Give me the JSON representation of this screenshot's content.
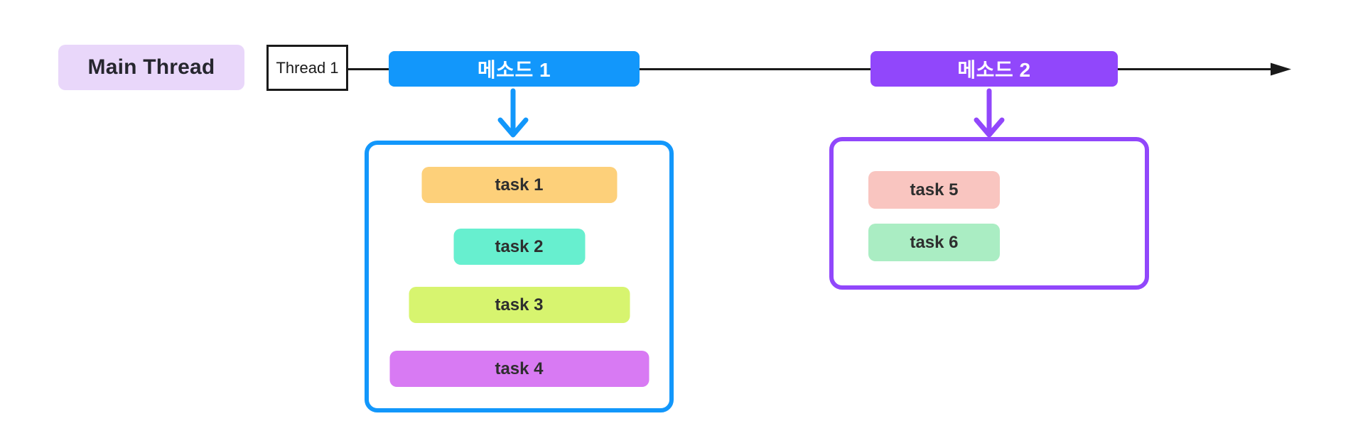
{
  "diagram": {
    "title_semantic": "main-thread-method-task-diagram",
    "main_thread": {
      "label": "Main Thread",
      "bg_color": "#e9d7fa",
      "text_color": "#26262e"
    },
    "thread_box": {
      "label": "Thread 1",
      "border_color": "#1a1a1a"
    },
    "timeline": {
      "color": "#1a1a1a"
    },
    "methods": [
      {
        "label": "메소드 1",
        "color": "#1297fb"
      },
      {
        "label": "메소드 2",
        "color": "#9147fb"
      }
    ],
    "method1_tasks": [
      {
        "label": "task 1",
        "color": "#fdd07a"
      },
      {
        "label": "task 2",
        "color": "#67efcf"
      },
      {
        "label": "task 3",
        "color": "#d7f46f"
      },
      {
        "label": "task 4",
        "color": "#d87af3"
      }
    ],
    "method2_tasks": [
      {
        "label": "task 5",
        "color": "#f9c5c0"
      },
      {
        "label": "task 6",
        "color": "#aaedc3"
      }
    ]
  }
}
